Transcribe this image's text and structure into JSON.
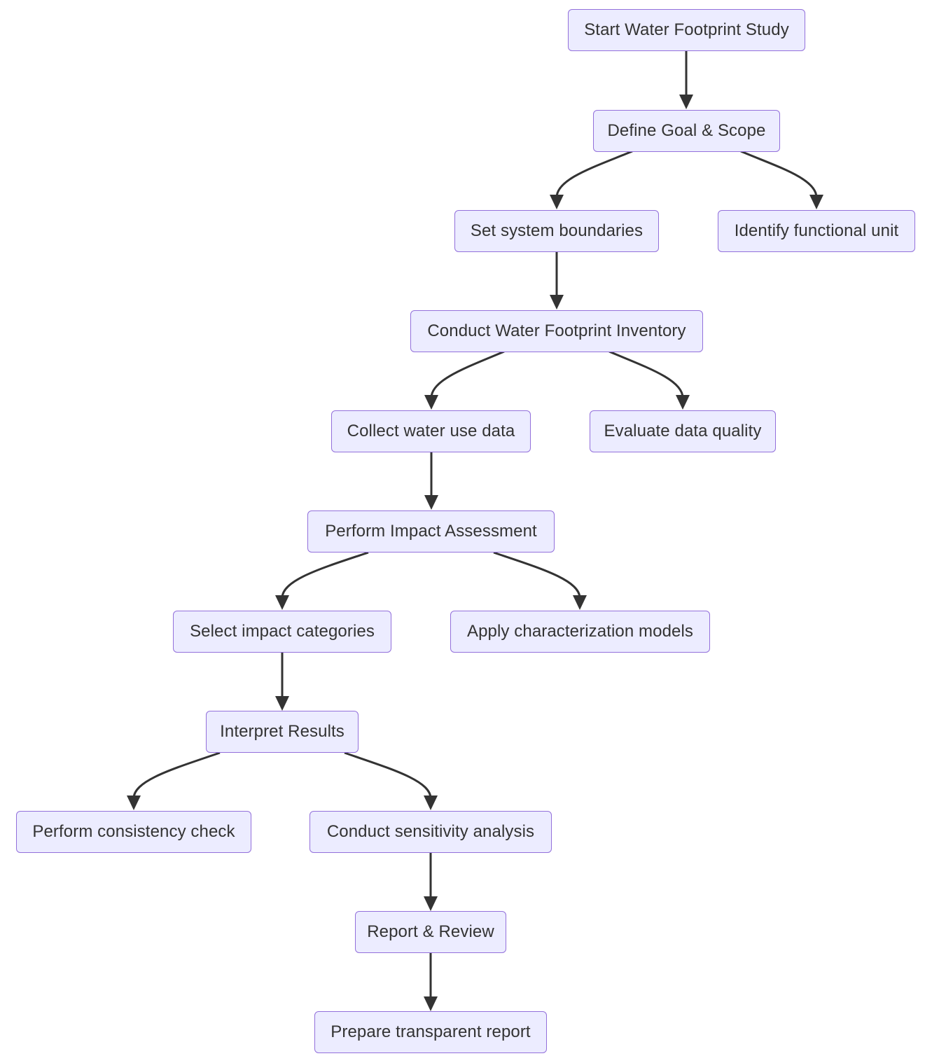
{
  "flowchart": {
    "nodes": {
      "start": "Start Water Footprint Study",
      "goal": "Define Goal & Scope",
      "boundaries": "Set system boundaries",
      "functional_unit": "Identify functional unit",
      "inventory": "Conduct Water Footprint Inventory",
      "collect": "Collect water use data",
      "quality": "Evaluate data quality",
      "impact": "Perform Impact Assessment",
      "select": "Select impact categories",
      "characterization": "Apply characterization models",
      "interpret": "Interpret Results",
      "consistency": "Perform consistency check",
      "sensitivity": "Conduct sensitivity analysis",
      "report": "Report & Review",
      "prepare": "Prepare transparent report"
    },
    "edges": [
      [
        "start",
        "goal"
      ],
      [
        "goal",
        "boundaries"
      ],
      [
        "goal",
        "functional_unit"
      ],
      [
        "boundaries",
        "inventory"
      ],
      [
        "inventory",
        "collect"
      ],
      [
        "inventory",
        "quality"
      ],
      [
        "collect",
        "impact"
      ],
      [
        "impact",
        "select"
      ],
      [
        "impact",
        "characterization"
      ],
      [
        "select",
        "interpret"
      ],
      [
        "interpret",
        "consistency"
      ],
      [
        "interpret",
        "sensitivity"
      ],
      [
        "sensitivity",
        "report"
      ],
      [
        "report",
        "prepare"
      ]
    ],
    "colors": {
      "node_fill": "#ececff",
      "node_border": "#9370db",
      "edge": "#333333",
      "text": "#333333"
    }
  }
}
